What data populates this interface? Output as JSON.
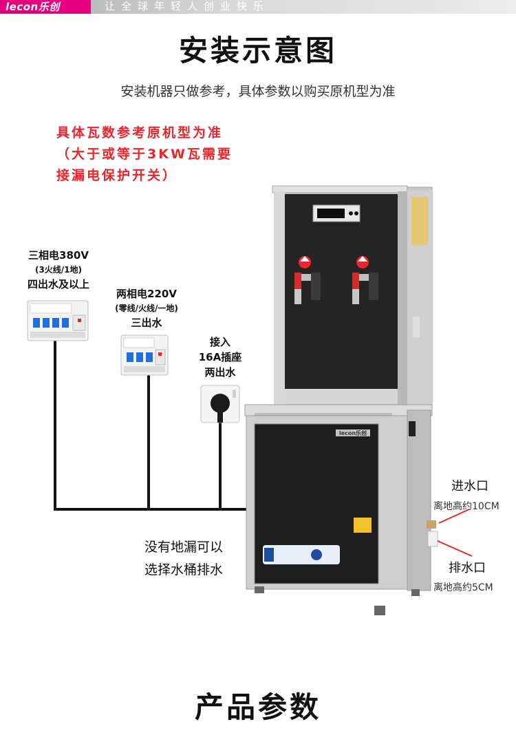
{
  "header": {
    "logo": "lecon乐创",
    "slogan": "让全球年轻人创业快乐"
  },
  "title": "安装示意图",
  "subtitle": "安装机器只做参考，具体参数以购买原机型为准",
  "warning": "具体瓦数参考原机型为准（大于或等于3KW瓦需要接漏电保护开关）",
  "power_options": [
    {
      "line1": "三相电380V",
      "line2": "(3火线/1地)",
      "line3": "四出水及以上"
    },
    {
      "line1": "两相电220V",
      "line2": "(零线/火线/一地)",
      "line3": "三出水"
    },
    {
      "line1": "接入",
      "line2": "16A插座",
      "line3": "两出水"
    }
  ],
  "machine": {
    "brand_plate": "lecon乐创"
  },
  "drain_note": {
    "line1": "没有地漏可以",
    "line2": "选择水桶排水"
  },
  "inlet": {
    "title": "进水口",
    "note": "离地高约10CM"
  },
  "outlet": {
    "title": "排水口",
    "note": "离地高约5CM"
  },
  "bottom_title": "产品参数",
  "colors": {
    "accent_red": "#e8262c",
    "brand_pink": "#e4007f"
  }
}
